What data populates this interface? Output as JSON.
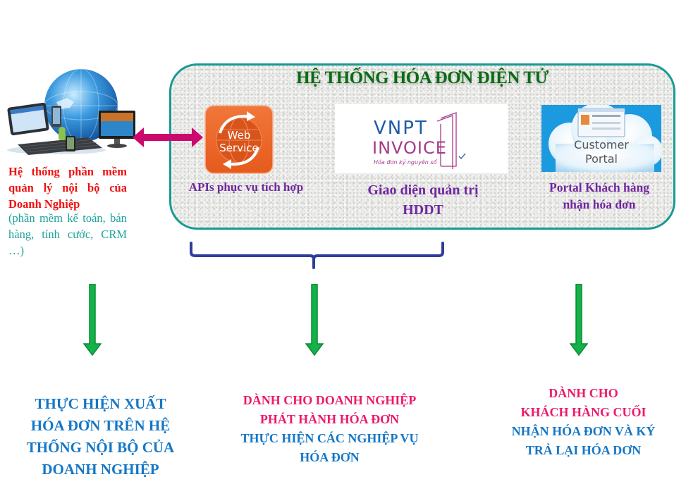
{
  "system": {
    "title": "HỆ THỐNG HÓA ĐƠN ĐIỆN TỬ",
    "border_color": "#159a93",
    "title_color": "#0a6b12"
  },
  "left_system": {
    "icon": "computer-devices-globe-icon",
    "title": "Hệ thống phần mềm quản lý nội bộ của Doanh Nghiệp",
    "subtitle": "(phần mềm kế toán, bán hàng, tính cước, CRM …)",
    "title_color": "#ee1111",
    "subtitle_color": "#1aa39a"
  },
  "connector": {
    "icon": "double-arrow-icon",
    "color": "#cc0a6e"
  },
  "components": [
    {
      "icon": "web-service-icon",
      "logo_text_line1": "Web",
      "logo_text_line2": "Service",
      "label": "APIs phục vụ tích hợp"
    },
    {
      "icon": "vnpt-invoice-logo",
      "logo_text_line1": "VNPT",
      "logo_text_line2": "INVOICE",
      "logo_tagline": "Hóa đơn kỷ nguyên số",
      "label_line1": "Giao diện quản trị",
      "label_line2": "HDDT"
    },
    {
      "icon": "customer-portal-icon",
      "logo_text_line1": "Customer",
      "logo_text_line2": "Portal",
      "label_line1": "Portal Khách hàng",
      "label_line2": "nhận hóa đơn"
    }
  ],
  "label_color": "#7027a0",
  "brace_color": "#303c9c",
  "arrow_color": "#13a538",
  "captions": [
    {
      "lines": [
        {
          "text": "THỰC HIỆN XUẤT",
          "color": "blue"
        },
        {
          "text": "HÓA ĐƠN TRÊN HỆ",
          "color": "blue"
        },
        {
          "text": "THỐNG NỘI BỘ CỦA",
          "color": "blue"
        },
        {
          "text": "DOANH NGHIỆP",
          "color": "blue"
        }
      ]
    },
    {
      "lines": [
        {
          "text": "DÀNH CHO DOANH NGHIỆP",
          "color": "pink"
        },
        {
          "text": "PHÁT HÀNH HÓA ĐƠN",
          "color": "pink"
        },
        {
          "text": "THỰC HIỆN CÁC NGHIỆP VỤ",
          "color": "blue"
        },
        {
          "text": "HÓA ĐƠN",
          "color": "blue"
        }
      ]
    },
    {
      "lines": [
        {
          "text": "DÀNH CHO",
          "color": "pink"
        },
        {
          "text": "KHÁCH HÀNG CUỐI",
          "color": "pink"
        },
        {
          "text": "NHẬN HÓA ĐƠN VÀ KÝ",
          "color": "blue"
        },
        {
          "text": "TRẢ LẠI HÓA DƠN",
          "color": "blue"
        }
      ]
    }
  ]
}
